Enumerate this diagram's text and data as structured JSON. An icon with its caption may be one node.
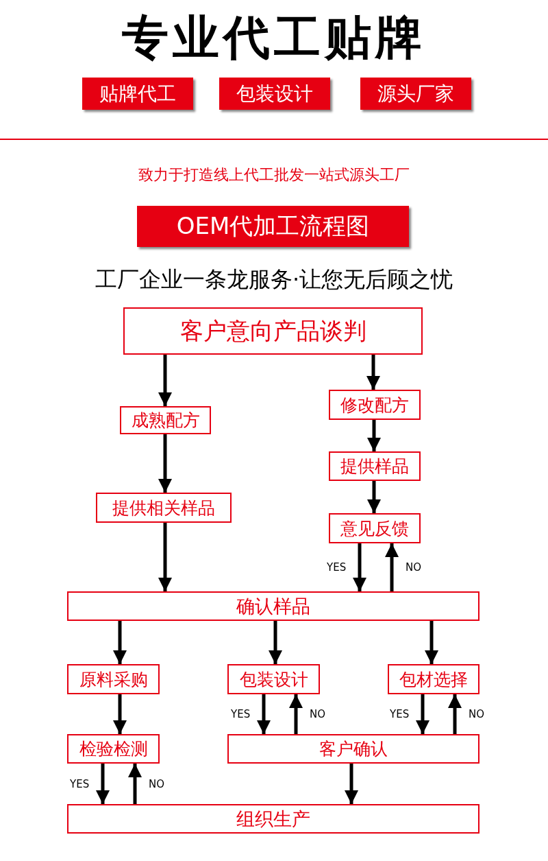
{
  "diagram": {
    "title": "专业代工贴牌",
    "nodes": [
      {
        "text": [
          "贴牌代工"
        ]
      },
      {
        "text": [
          "包装设计"
        ]
      },
      {
        "text": [
          "源头厂家"
        ]
      },
      {
        "text": [
          "OEM代加工流程图"
        ]
      },
      {
        "text": [
          "客户意向产品谈判"
        ]
      },
      {
        "text": [
          "成熟配方"
        ]
      },
      {
        "text": [
          "修改配方"
        ]
      },
      {
        "text": [
          "提供相关样品"
        ]
      },
      {
        "text": [
          "提供样品"
        ]
      },
      {
        "text": [
          "意见反馈"
        ]
      },
      {
        "text": [
          "确认样品"
        ]
      },
      {
        "text": [
          "原料采购"
        ]
      },
      {
        "text": [
          "包装设计"
        ]
      },
      {
        "text": [
          "包材选择"
        ]
      },
      {
        "text": [
          "检验检测"
        ]
      },
      {
        "text": [
          "客户确认"
        ]
      },
      {
        "text": [
          "组织生产"
        ]
      }
    ],
    "edges": [
      {
        "from": 4,
        "to": 5,
        "arrow": "to"
      },
      {
        "from": 4,
        "to": 6,
        "arrow": "to"
      },
      {
        "from": 6,
        "to": 8,
        "arrow": "to"
      },
      {
        "from": 8,
        "to": 9,
        "arrow": "to"
      },
      {
        "from": 5,
        "to": 7,
        "arrow": "to"
      },
      {
        "from": 7,
        "to": 10,
        "arrow": "to"
      },
      {
        "from": 9,
        "to": 10,
        "label": "YES",
        "arrow": "to"
      },
      {
        "from": 10,
        "to": 9,
        "label": "NO",
        "arrow": "to"
      },
      {
        "from": 10,
        "to": 11,
        "arrow": "to"
      },
      {
        "from": 10,
        "to": 12,
        "arrow": "to"
      },
      {
        "from": 10,
        "to": 13,
        "arrow": "to"
      },
      {
        "from": 11,
        "to": 14,
        "arrow": "to"
      },
      {
        "from": 12,
        "to": 15,
        "label": "YES",
        "arrow": "to"
      },
      {
        "from": 15,
        "to": 12,
        "label": "NO",
        "arrow": "to"
      },
      {
        "from": 13,
        "to": 15,
        "label": "YES",
        "arrow": "to"
      },
      {
        "from": 15,
        "to": 13,
        "label": "NO",
        "arrow": "to"
      },
      {
        "from": 14,
        "to": 16,
        "label": "YES",
        "arrow": "to"
      },
      {
        "from": 16,
        "to": 14,
        "label": "NO",
        "arrow": "to"
      },
      {
        "from": 15,
        "to": 16,
        "arrow": "to"
      }
    ],
    "labels": [
      "致力于打造线上代工批发一站式源头工厂",
      "工厂企业一条龙服务·让您无后顾之忧"
    ]
  }
}
